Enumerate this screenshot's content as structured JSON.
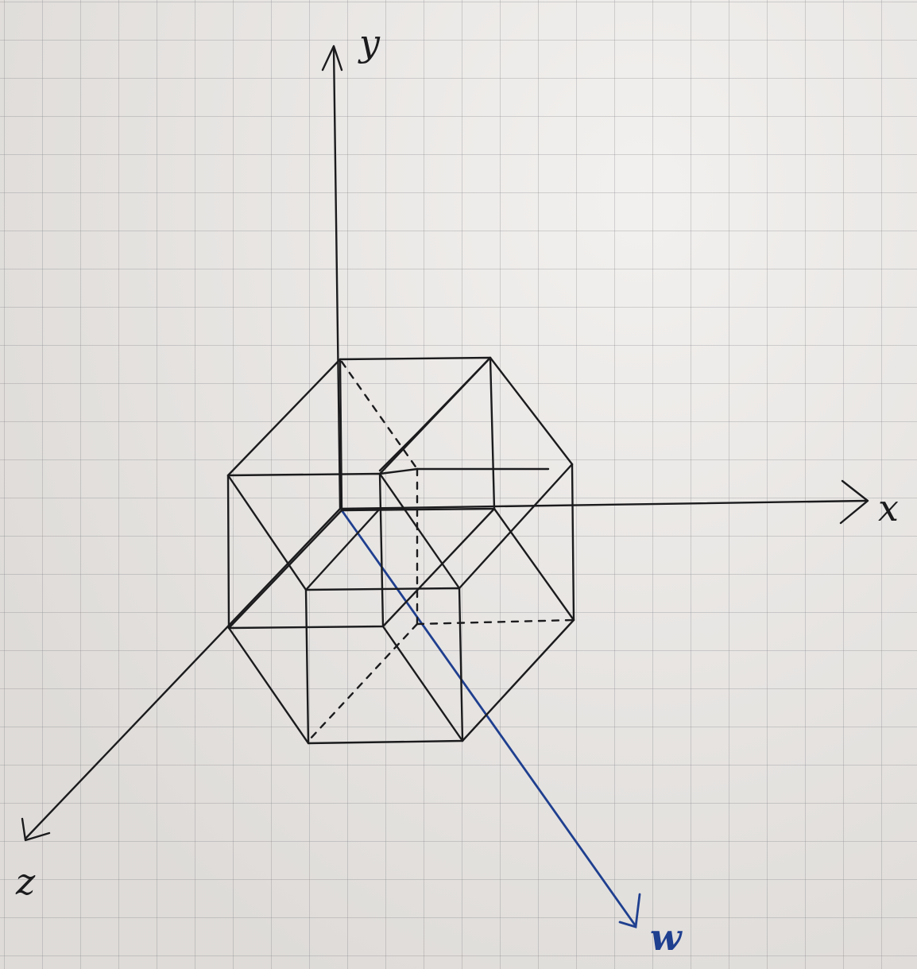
{
  "axes": {
    "x_label": "x",
    "y_label": "y",
    "z_label": "z",
    "w_label": "w"
  },
  "colors": {
    "ink": "#1b1b1d",
    "w_axis": "#1f3f8f",
    "paper": "#ece9e6"
  }
}
